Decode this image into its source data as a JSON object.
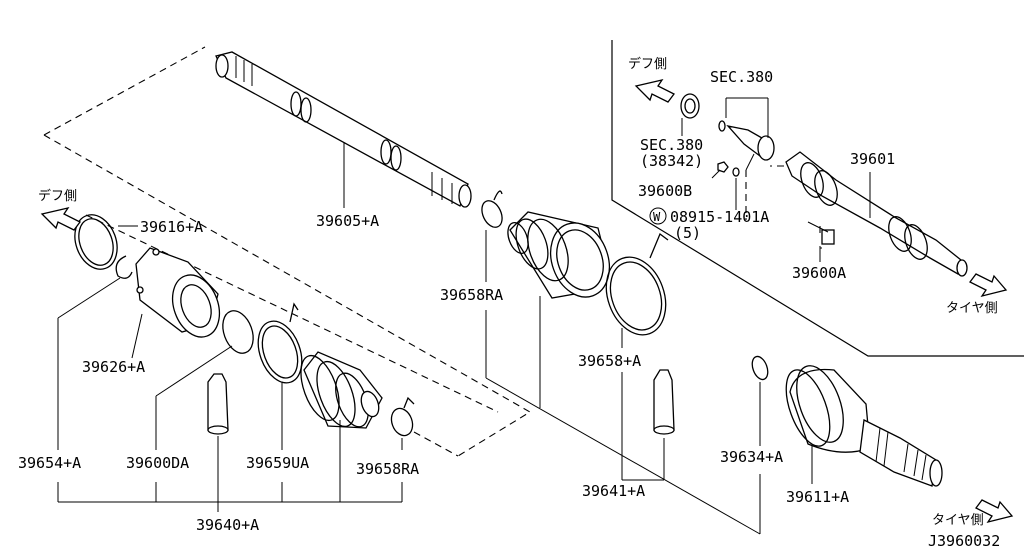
{
  "diagram_id": "J3960032",
  "direction_labels": {
    "diff_side_top": "デフ側",
    "diff_side_left": "デフ側",
    "tire_side_top": "タイヤ側",
    "tire_side_bottom": "タイヤ側"
  },
  "inset_labels": {
    "sec380_top": "SEC.380",
    "sec380_mid": "SEC.380",
    "sec380_sub": "(38342)",
    "p39600B": "39600B",
    "washer_symbol": "W",
    "p08915": "08915-1401A",
    "p08915_qty": "(5)",
    "p39601": "39601",
    "p39600A": "39600A"
  },
  "part_labels": {
    "p39616A": "39616+A",
    "p39605A": "39605+A",
    "p39658RA_top": "39658RA",
    "p39626A": "39626+A",
    "p39658A": "39658+A",
    "p39654A": "39654+A",
    "p39600DA": "39600DA",
    "p39659UA": "39659UA",
    "p39658RA_bottom": "39658RA",
    "p39640A": "39640+A",
    "p39641A": "39641+A",
    "p39634A": "39634+A",
    "p39611A": "39611+A"
  }
}
